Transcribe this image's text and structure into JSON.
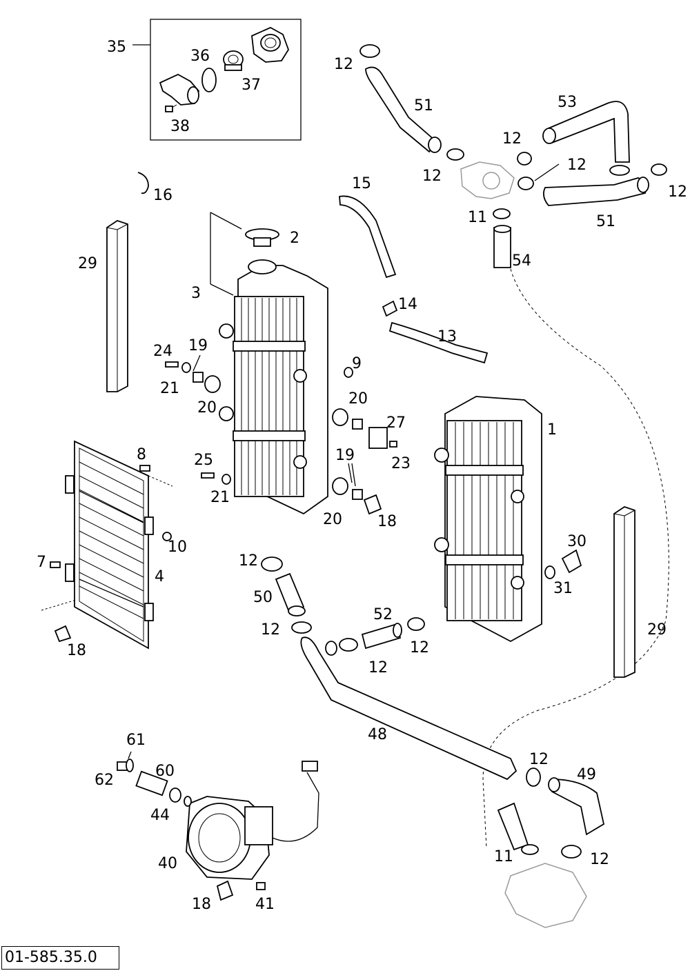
{
  "reference_code": "01-585.35.0",
  "labels": {
    "l35": "35",
    "l36": "36",
    "l37": "37",
    "l38": "38",
    "l12a": "12",
    "l51a": "51",
    "l53": "53",
    "l12b": "12",
    "l12c": "12",
    "l12d": "12",
    "l12e": "12",
    "l11a": "11",
    "l54": "54",
    "l51b": "51",
    "l16": "16",
    "l15": "15",
    "l2": "2",
    "l29a": "29",
    "l3": "3",
    "l14": "14",
    "l13": "13",
    "l24": "24",
    "l19a": "19",
    "l21a": "21",
    "l20a": "20",
    "l9": "9",
    "l20b": "20",
    "l27": "27",
    "l1": "1",
    "l8": "8",
    "l19b": "19",
    "l23": "23",
    "l25": "25",
    "l21b": "21",
    "l20c": "20",
    "l18a": "18",
    "l10": "10",
    "l7": "7",
    "l4": "4",
    "l30": "30",
    "l31": "31",
    "l12f": "12",
    "l50": "50",
    "l52": "52",
    "l12g": "12",
    "l12h": "12",
    "l12i": "12",
    "l18b": "18",
    "l29b": "29",
    "l48": "48",
    "l61": "61",
    "l62": "62",
    "l60": "60",
    "l12j": "12",
    "l49": "49",
    "l44": "44",
    "l40": "40",
    "l11b": "11",
    "l12k": "12",
    "l18c": "18",
    "l41": "41"
  }
}
